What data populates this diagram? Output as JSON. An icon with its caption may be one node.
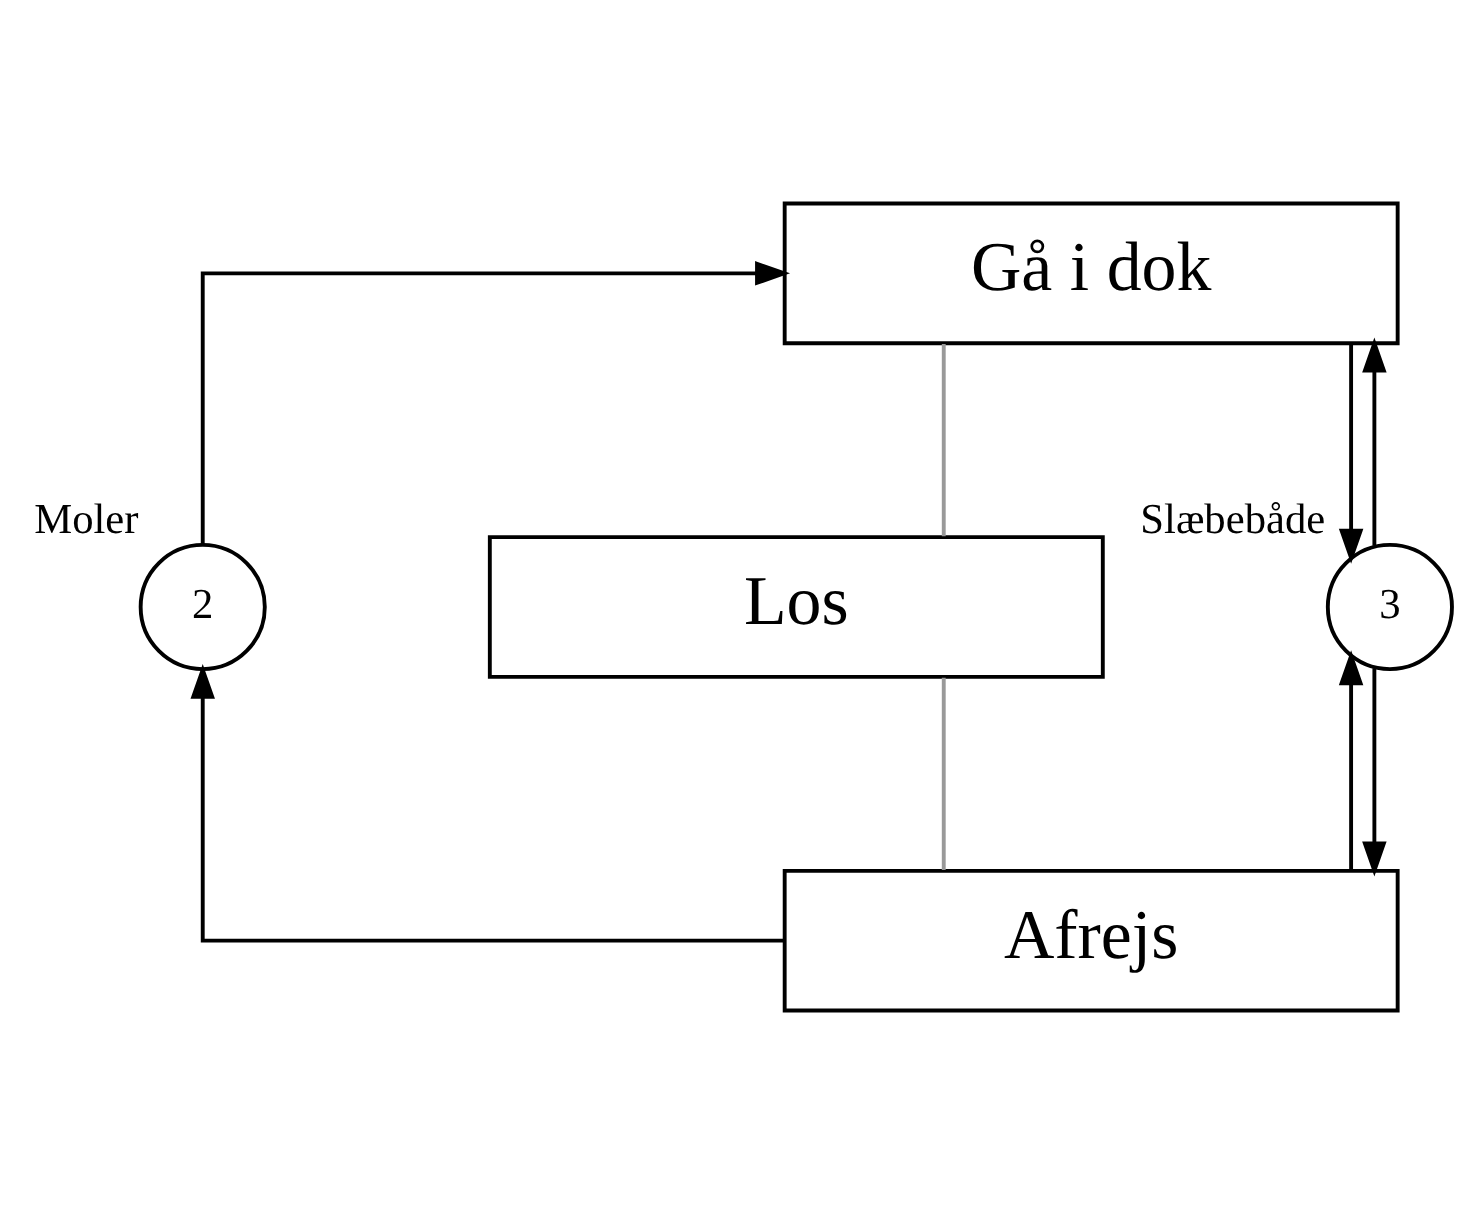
{
  "diagram": {
    "nodes": [
      {
        "text": [
          "Gå i dok"
        ]
      },
      {
        "text": [
          "Los"
        ]
      },
      {
        "text": [
          "Afrejs"
        ]
      },
      {
        "text": [
          "2"
        ],
        "beside": [
          "Moler"
        ]
      },
      {
        "text": [
          "3"
        ],
        "beside": [
          "Slæbebåde"
        ]
      }
    ],
    "edges": [
      {
        "from": 3,
        "to": 0,
        "arrow": "to"
      },
      {
        "from": 4,
        "to": 0,
        "arrow": "to"
      },
      {
        "from": 0,
        "to": 4,
        "arrow": "to"
      },
      {
        "from": 0,
        "to": 1,
        "arrow": "none",
        "color": "#999999"
      },
      {
        "from": 1,
        "to": 2,
        "arrow": "none",
        "color": "#999999"
      },
      {
        "from": 4,
        "to": 2,
        "arrow": "to"
      },
      {
        "from": 2,
        "to": 4,
        "arrow": "to"
      },
      {
        "from": 2,
        "to": 3,
        "arrow": "to"
      }
    ]
  }
}
